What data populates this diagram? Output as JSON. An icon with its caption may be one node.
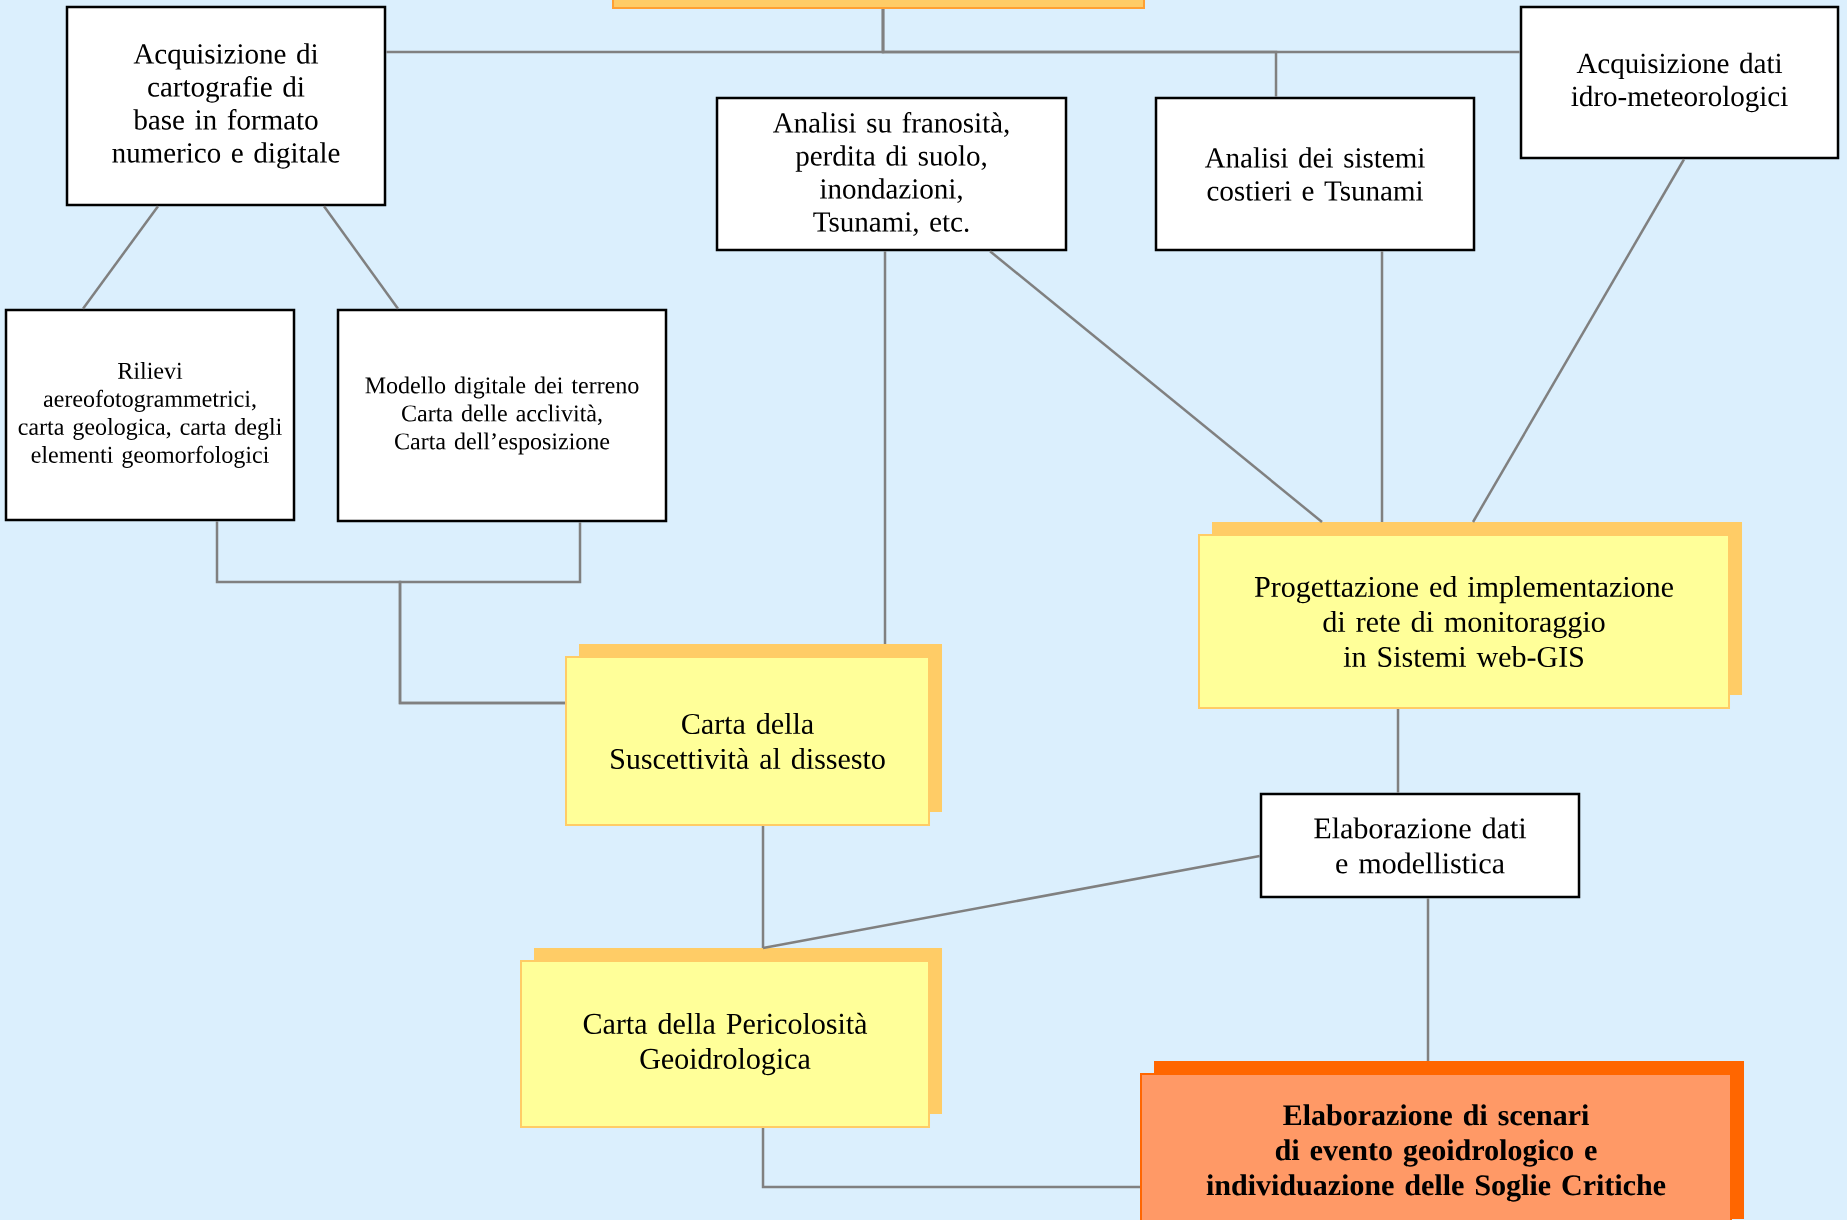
{
  "diagram": {
    "nodes": [
      {
        "text": [],
        "shape": "box"
      },
      {
        "text": [
          "Acquisizione di cartografie di base in formato numerico e digitale"
        ]
      },
      {
        "text": [
          "Analisi su franosità, perdita di suolo, inondazioni, Tsunami, etc."
        ]
      },
      {
        "text": [
          "Analisi dei sistemi costieri e Tsunami"
        ]
      },
      {
        "text": [
          "Acquisizione dati idro-meteorologici"
        ]
      },
      {
        "text": [
          "Rilievi aereofotogrammetrici, carta geologica, carta degli elementi geomorfologici"
        ]
      },
      {
        "text": [
          "Modello digitale dei terreno Carta delle acclività, Carta dell’esposizione"
        ]
      },
      {
        "text": [
          "Progettazione ed implementazione di rete di monitoraggio in Sistemi web-GIS"
        ]
      },
      {
        "text": [
          "Carta della Suscettività al dissesto"
        ]
      },
      {
        "text": [
          "Elaborazione dati e modellistica"
        ]
      },
      {
        "text": [
          "Carta della Pericolosità Geoidrologica"
        ]
      },
      {
        "text": [
          "Elaborazione di scenari di evento geoidrologico e individuazione delle Soglie Critiche"
        ]
      }
    ],
    "edges": [
      {
        "from": 0,
        "to": 1,
        "arrow": "none"
      },
      {
        "from": 0,
        "to": 3,
        "arrow": "none"
      },
      {
        "from": 0,
        "to": 4,
        "arrow": "none"
      },
      {
        "from": 1,
        "to": 5,
        "arrow": "none"
      },
      {
        "from": 1,
        "to": 6,
        "arrow": "none"
      },
      {
        "from": 5,
        "to": 8,
        "arrow": "none"
      },
      {
        "from": 6,
        "to": 8,
        "arrow": "none"
      },
      {
        "from": 2,
        "to": 8,
        "arrow": "none"
      },
      {
        "from": 2,
        "to": 7,
        "arrow": "none"
      },
      {
        "from": 3,
        "to": 7,
        "arrow": "none"
      },
      {
        "from": 4,
        "to": 7,
        "arrow": "none"
      },
      {
        "from": 7,
        "to": 9,
        "arrow": "none"
      },
      {
        "from": 8,
        "to": 10,
        "arrow": "none"
      },
      {
        "from": 9,
        "to": 10,
        "arrow": "none"
      },
      {
        "from": 9,
        "to": 11,
        "arrow": "none"
      },
      {
        "from": 10,
        "to": 11,
        "arrow": "none"
      }
    ]
  }
}
